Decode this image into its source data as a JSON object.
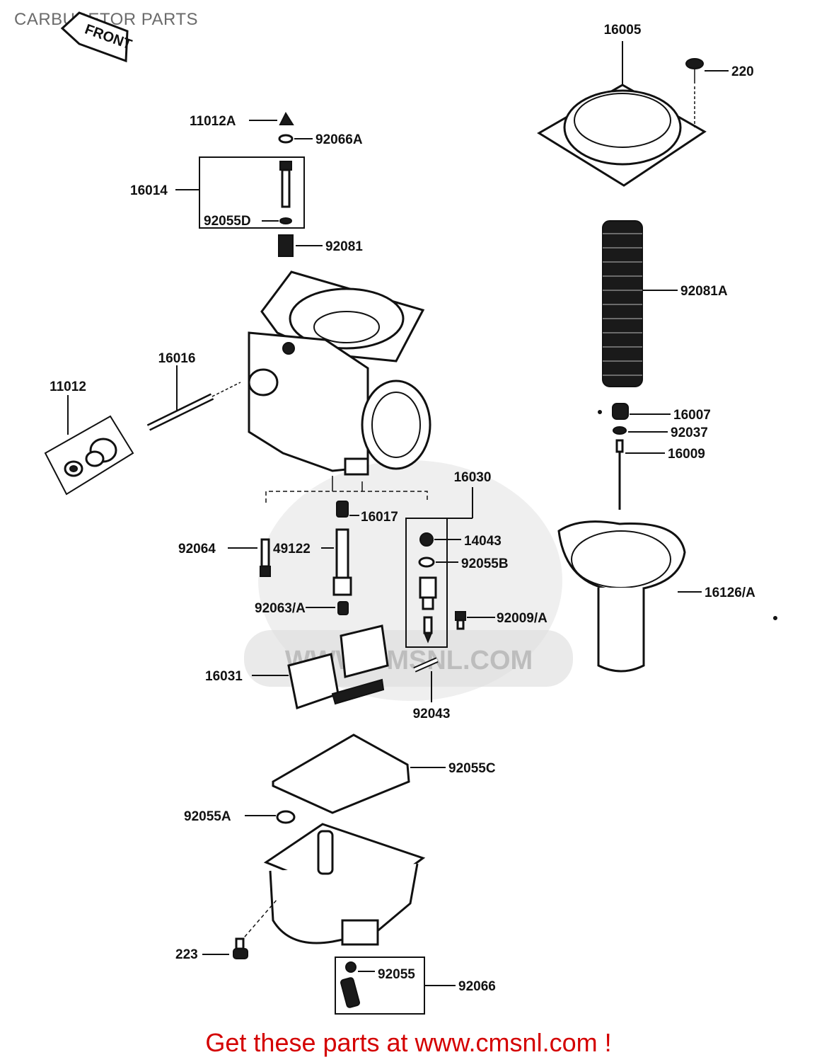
{
  "title": "CARBURETOR PARTS",
  "front_marker": "FRONT",
  "watermark": "WWW.CMSNL.COM",
  "footer": "Get these parts at www.cmsnl.com !",
  "parts": {
    "p16005": "16005",
    "p220": "220",
    "p11012A": "11012A",
    "p92066A": "92066A",
    "p16014": "16014",
    "p92055D": "92055D",
    "p92081": "92081",
    "p92081A": "92081A",
    "p16016": "16016",
    "p11012": "11012",
    "p16007": "16007",
    "p92037": "92037",
    "p16009": "16009",
    "p16030": "16030",
    "p16017": "16017",
    "p14043": "14043",
    "p92064": "92064",
    "p49122": "49122",
    "p92055B": "92055B",
    "p16126A": "16126/A",
    "p92063A": "92063/A",
    "p92009A": "92009/A",
    "p16031": "16031",
    "p92043": "92043",
    "p92055C": "92055C",
    "p92055A": "92055A",
    "p223": "223",
    "p92055": "92055",
    "p92066": "92066"
  }
}
